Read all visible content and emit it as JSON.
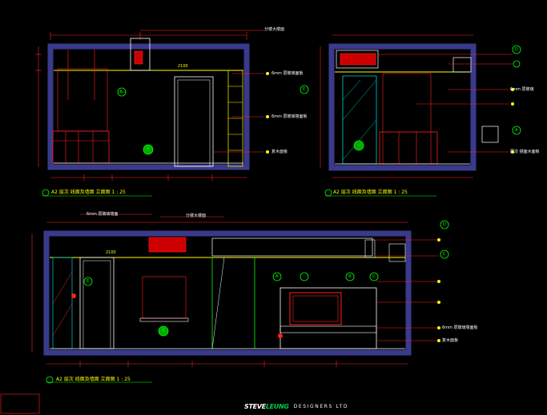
{
  "drawing": {
    "colors": {
      "background": "#000000",
      "wall_band": "#3a3a8c",
      "dimension": "#ff2020",
      "outline": "#ffffff",
      "ceiling": "#ffff00",
      "furniture": "#00ff00",
      "glass": "#00cccc"
    },
    "elevation_a": {
      "title": "A2 层次 线面及墙面 立面图 1 : 25",
      "top_note": "分楼大楼面",
      "level_tag": "2100",
      "callouts": [
        "6mm 层玻璃面板",
        "6mm 层玻璃墙面板",
        "复木面板"
      ],
      "markers": [
        "E",
        "A"
      ]
    },
    "elevation_b": {
      "title": "A2 层次 线面及墙面 立面图 1 : 25",
      "side_notes": [
        "6mm 层玻璃",
        "层次 镜面木面板"
      ],
      "markers": [
        "D",
        "A",
        "E"
      ]
    },
    "elevation_c": {
      "title": "A2 层次 线面及墙面 立面图 1 : 25",
      "top_notes": [
        "6mm 层玻璃墙面",
        "分楼大楼面"
      ],
      "level_tag": "2100",
      "callouts": [
        "6mm 层玻璃墙面板",
        "复木面板"
      ],
      "markers": [
        "D",
        "C",
        "A",
        "B",
        "C",
        "E",
        "A"
      ]
    },
    "logo": {
      "part1": "STEVE",
      "part2": "LEUNG",
      "part3": "DESIGNERS LTD"
    }
  }
}
